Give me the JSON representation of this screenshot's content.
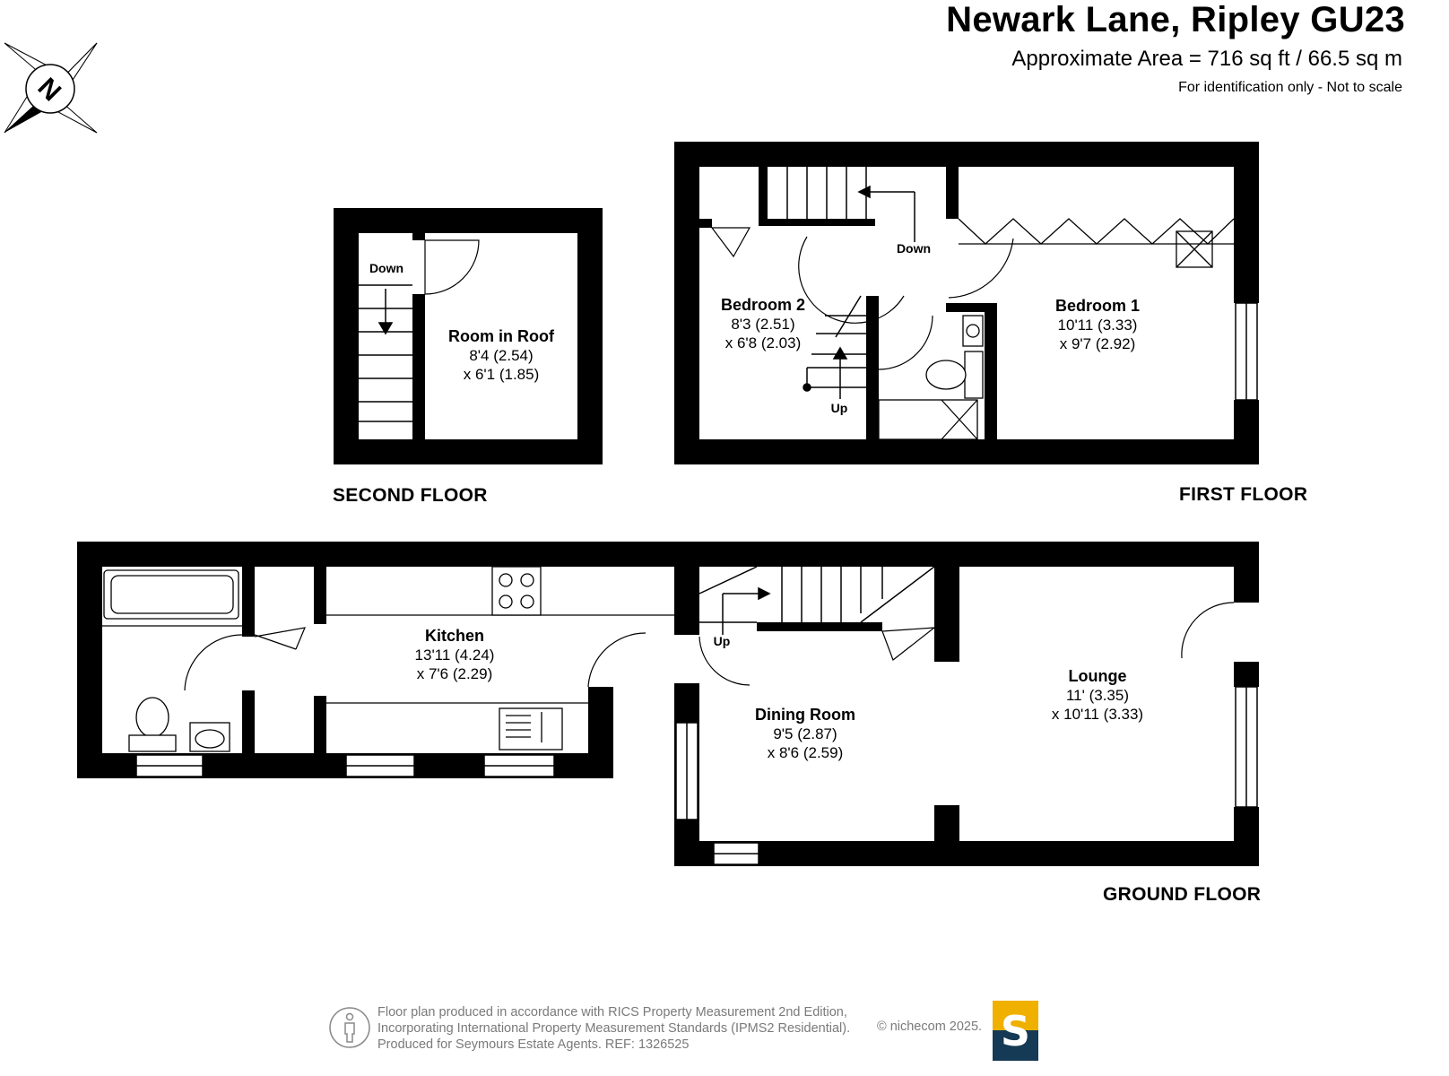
{
  "header": {
    "title": "Newark Lane, Ripley GU23",
    "area": "Approximate Area = 716 sq ft / 66.5 sq m",
    "note": "For identification only - Not to scale"
  },
  "compass": {
    "letter": "N"
  },
  "floors": {
    "second": "SECOND FLOOR",
    "first": "FIRST FLOOR",
    "ground": "GROUND FLOOR"
  },
  "rooms": {
    "room_in_roof": {
      "name": "Room in Roof",
      "dim1": "8'4 (2.54)",
      "dim2": "x 6'1 (1.85)"
    },
    "bedroom2": {
      "name": "Bedroom 2",
      "dim1": "8'3 (2.51)",
      "dim2": "x 6'8 (2.03)"
    },
    "bedroom1": {
      "name": "Bedroom 1",
      "dim1": "10'11 (3.33)",
      "dim2": "x 9'7 (2.92)"
    },
    "kitchen": {
      "name": "Kitchen",
      "dim1": "13'11 (4.24)",
      "dim2": "x 7'6 (2.29)"
    },
    "dining": {
      "name": "Dining Room",
      "dim1": "9'5 (2.87)",
      "dim2": "x 8'6 (2.59)"
    },
    "lounge": {
      "name": "Lounge",
      "dim1": "11' (3.35)",
      "dim2": "x 10'11 (3.33)"
    }
  },
  "stairs": {
    "second_down": "Down",
    "first_down": "Down",
    "first_up": "Up",
    "ground_up": "Up"
  },
  "footer": {
    "line1": "Floor plan produced in accordance with RICS Property Measurement 2nd Edition,",
    "line2": "Incorporating International Property Measurement Standards (IPMS2 Residential).",
    "line3": "Produced for Seymours Estate Agents.   REF: 1326525",
    "copyright": "© nichecom 2025.",
    "logo_letter": "S"
  },
  "colors": {
    "wall": "#000000",
    "logo_top": "#f0b000",
    "logo_bottom": "#153a55",
    "footer_text": "#7a7a7a"
  }
}
